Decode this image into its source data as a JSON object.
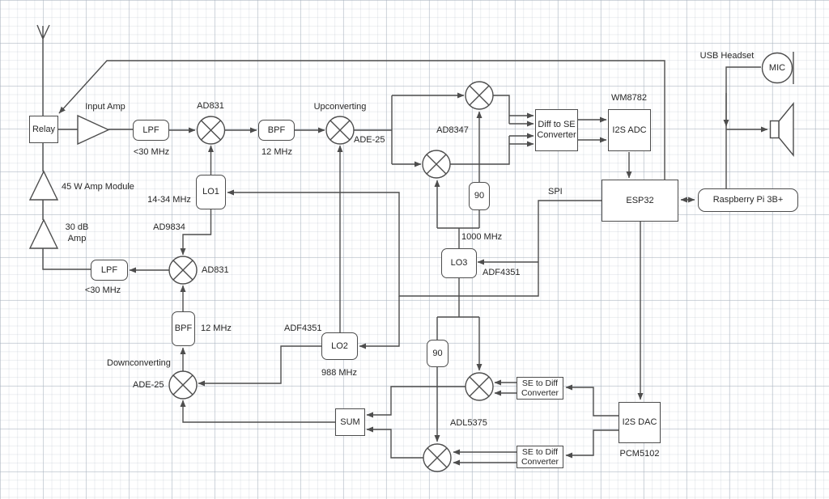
{
  "colors": {
    "stroke": "#4d4d4d",
    "text": "#262626",
    "background": "#ffffff"
  },
  "labels": {
    "relay": "Relay",
    "input_amp": "Input Amp",
    "rx_lpf": "LPF",
    "rx_lpf_freq": "<30 MHz",
    "rx_mixer_chip": "AD831",
    "rx_bpf": "BPF",
    "rx_bpf_freq": "12 MHz",
    "upconverting": "Upconverting",
    "upconverter_chip": "ADE-25",
    "ad8347": "AD8347",
    "phase_90_rx": "90",
    "lo3_freq": "1000 MHz",
    "diff_to_se": "Diff to SE\nConverter",
    "wm8782": "WM8782",
    "i2s_adc": "I2S ADC",
    "esp32": "ESP32",
    "raspberry_pi": "Raspberry Pi 3B+",
    "usb_headset": "USB Headset",
    "mic": "MIC",
    "spi": "SPI",
    "amp_45w": "45 W Amp Module",
    "amp_30db": "30 dB\nAmp",
    "tx_lpf": "LPF",
    "tx_lpf_freq": "<30 MHz",
    "tx_mixer_chip": "AD831",
    "lo1": "LO1",
    "lo1_freq": "14-34 MHz",
    "lo1_chip": "AD9834",
    "tx_bpf": "BPF",
    "tx_bpf_freq": "12 MHz",
    "downconverting": "Downconverting",
    "downconverter_chip": "ADE-25",
    "lo2": "LO2",
    "lo2_chip": "ADF4351",
    "lo2_freq": "988 MHz",
    "lo3": "LO3",
    "lo3_chip": "ADF4351",
    "phase_90_tx": "90",
    "adl5375": "ADL5375",
    "se_to_diff_i": "SE to Diff\nConverter",
    "se_to_diff_q": "SE to Diff\nConverter",
    "sum": "SUM",
    "i2s_dac": "I2S DAC",
    "i2s_dac_chip": "PCM5102"
  }
}
